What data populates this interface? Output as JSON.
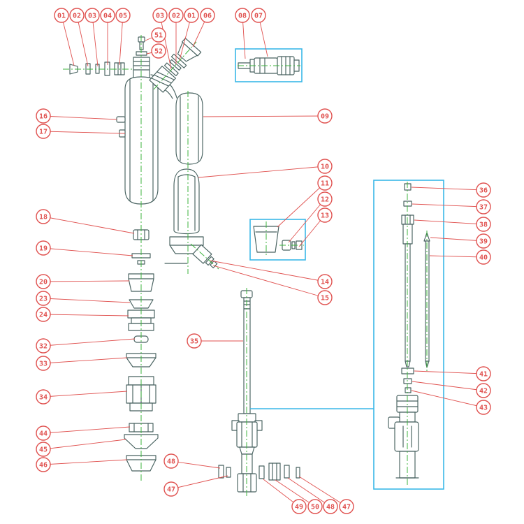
{
  "colors": {
    "callout_red": "#e0514f",
    "part_outline": "#47615f",
    "centerline_green": "#3cb33c",
    "highlight_cyan": "#3ab7e8",
    "background": "#ffffff"
  },
  "callouts": [
    {
      "label": "01"
    },
    {
      "label": "02"
    },
    {
      "label": "03"
    },
    {
      "label": "04"
    },
    {
      "label": "05"
    },
    {
      "label": "51"
    },
    {
      "label": "52"
    },
    {
      "label": "03"
    },
    {
      "label": "02"
    },
    {
      "label": "01"
    },
    {
      "label": "06"
    },
    {
      "label": "08"
    },
    {
      "label": "07"
    },
    {
      "label": "16"
    },
    {
      "label": "17"
    },
    {
      "label": "09"
    },
    {
      "label": "10"
    },
    {
      "label": "11"
    },
    {
      "label": "12"
    },
    {
      "label": "13"
    },
    {
      "label": "18"
    },
    {
      "label": "19"
    },
    {
      "label": "20"
    },
    {
      "label": "23"
    },
    {
      "label": "24"
    },
    {
      "label": "32"
    },
    {
      "label": "33"
    },
    {
      "label": "34"
    },
    {
      "label": "14"
    },
    {
      "label": "15"
    },
    {
      "label": "35"
    },
    {
      "label": "36"
    },
    {
      "label": "37"
    },
    {
      "label": "38"
    },
    {
      "label": "39"
    },
    {
      "label": "40"
    },
    {
      "label": "41"
    },
    {
      "label": "42"
    },
    {
      "label": "43"
    },
    {
      "label": "44"
    },
    {
      "label": "45"
    },
    {
      "label": "46"
    },
    {
      "label": "48"
    },
    {
      "label": "47"
    },
    {
      "label": "49"
    },
    {
      "label": "50"
    },
    {
      "label": "48"
    },
    {
      "label": "47"
    }
  ]
}
